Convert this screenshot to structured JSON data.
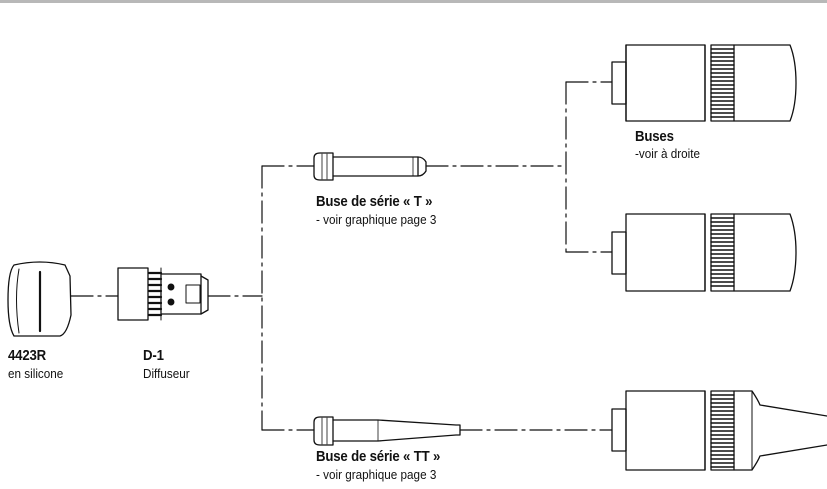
{
  "parts": {
    "insulator": {
      "code": "4423R",
      "desc": "en silicone"
    },
    "diffuser": {
      "code": "D-1",
      "desc": "Diffuseur"
    },
    "tip_t": {
      "title": "Buse de série « T »",
      "desc": "- voir graphique page 3"
    },
    "tip_tt": {
      "title": "Buse de série « TT »",
      "desc": "- voir graphique page 3"
    },
    "nozzles": {
      "title": "Buses",
      "desc": "-voir à droite"
    }
  },
  "colors": {
    "line": "#111111",
    "header_bar": "#b8b8b8"
  }
}
